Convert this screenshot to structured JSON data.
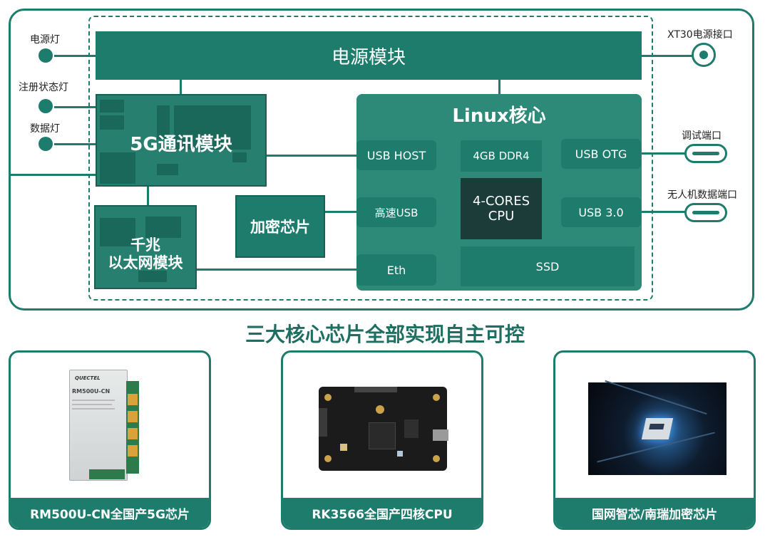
{
  "diagram": {
    "power_module": "电源模块",
    "linux_core": "Linux核心",
    "modem_5g": "5G通讯模块",
    "ethernet_module_line1": "千兆",
    "ethernet_module_line2": "以太网模块",
    "crypto_chip": "加密芯片",
    "usb_host": "USB HOST",
    "ddr": "4GB DDR4",
    "usb_otg": "USB OTG",
    "high_speed_usb": "高速USB",
    "cpu_line1": "4-CORES",
    "cpu_line2": "CPU",
    "usb3": "USB 3.0",
    "eth": "Eth",
    "ssd": "SSD"
  },
  "left_labels": {
    "power_led": "电源灯",
    "register_led": "注册状态灯",
    "data_led": "数据灯"
  },
  "right_labels": {
    "xt30": "XT30电源接口",
    "debug_port": "调试端口",
    "drone_port": "无人机数据端口"
  },
  "headline": "三大核心芯片全部实现自主可控",
  "cards": [
    {
      "caption": "RM500U-CN全国产5G芯片",
      "module_brand": "QUECTEL",
      "module_model": "RM500U-CN"
    },
    {
      "caption": "RK3566全国产四核CPU"
    },
    {
      "caption": "国网智芯/南瑞加密芯片"
    }
  ]
}
